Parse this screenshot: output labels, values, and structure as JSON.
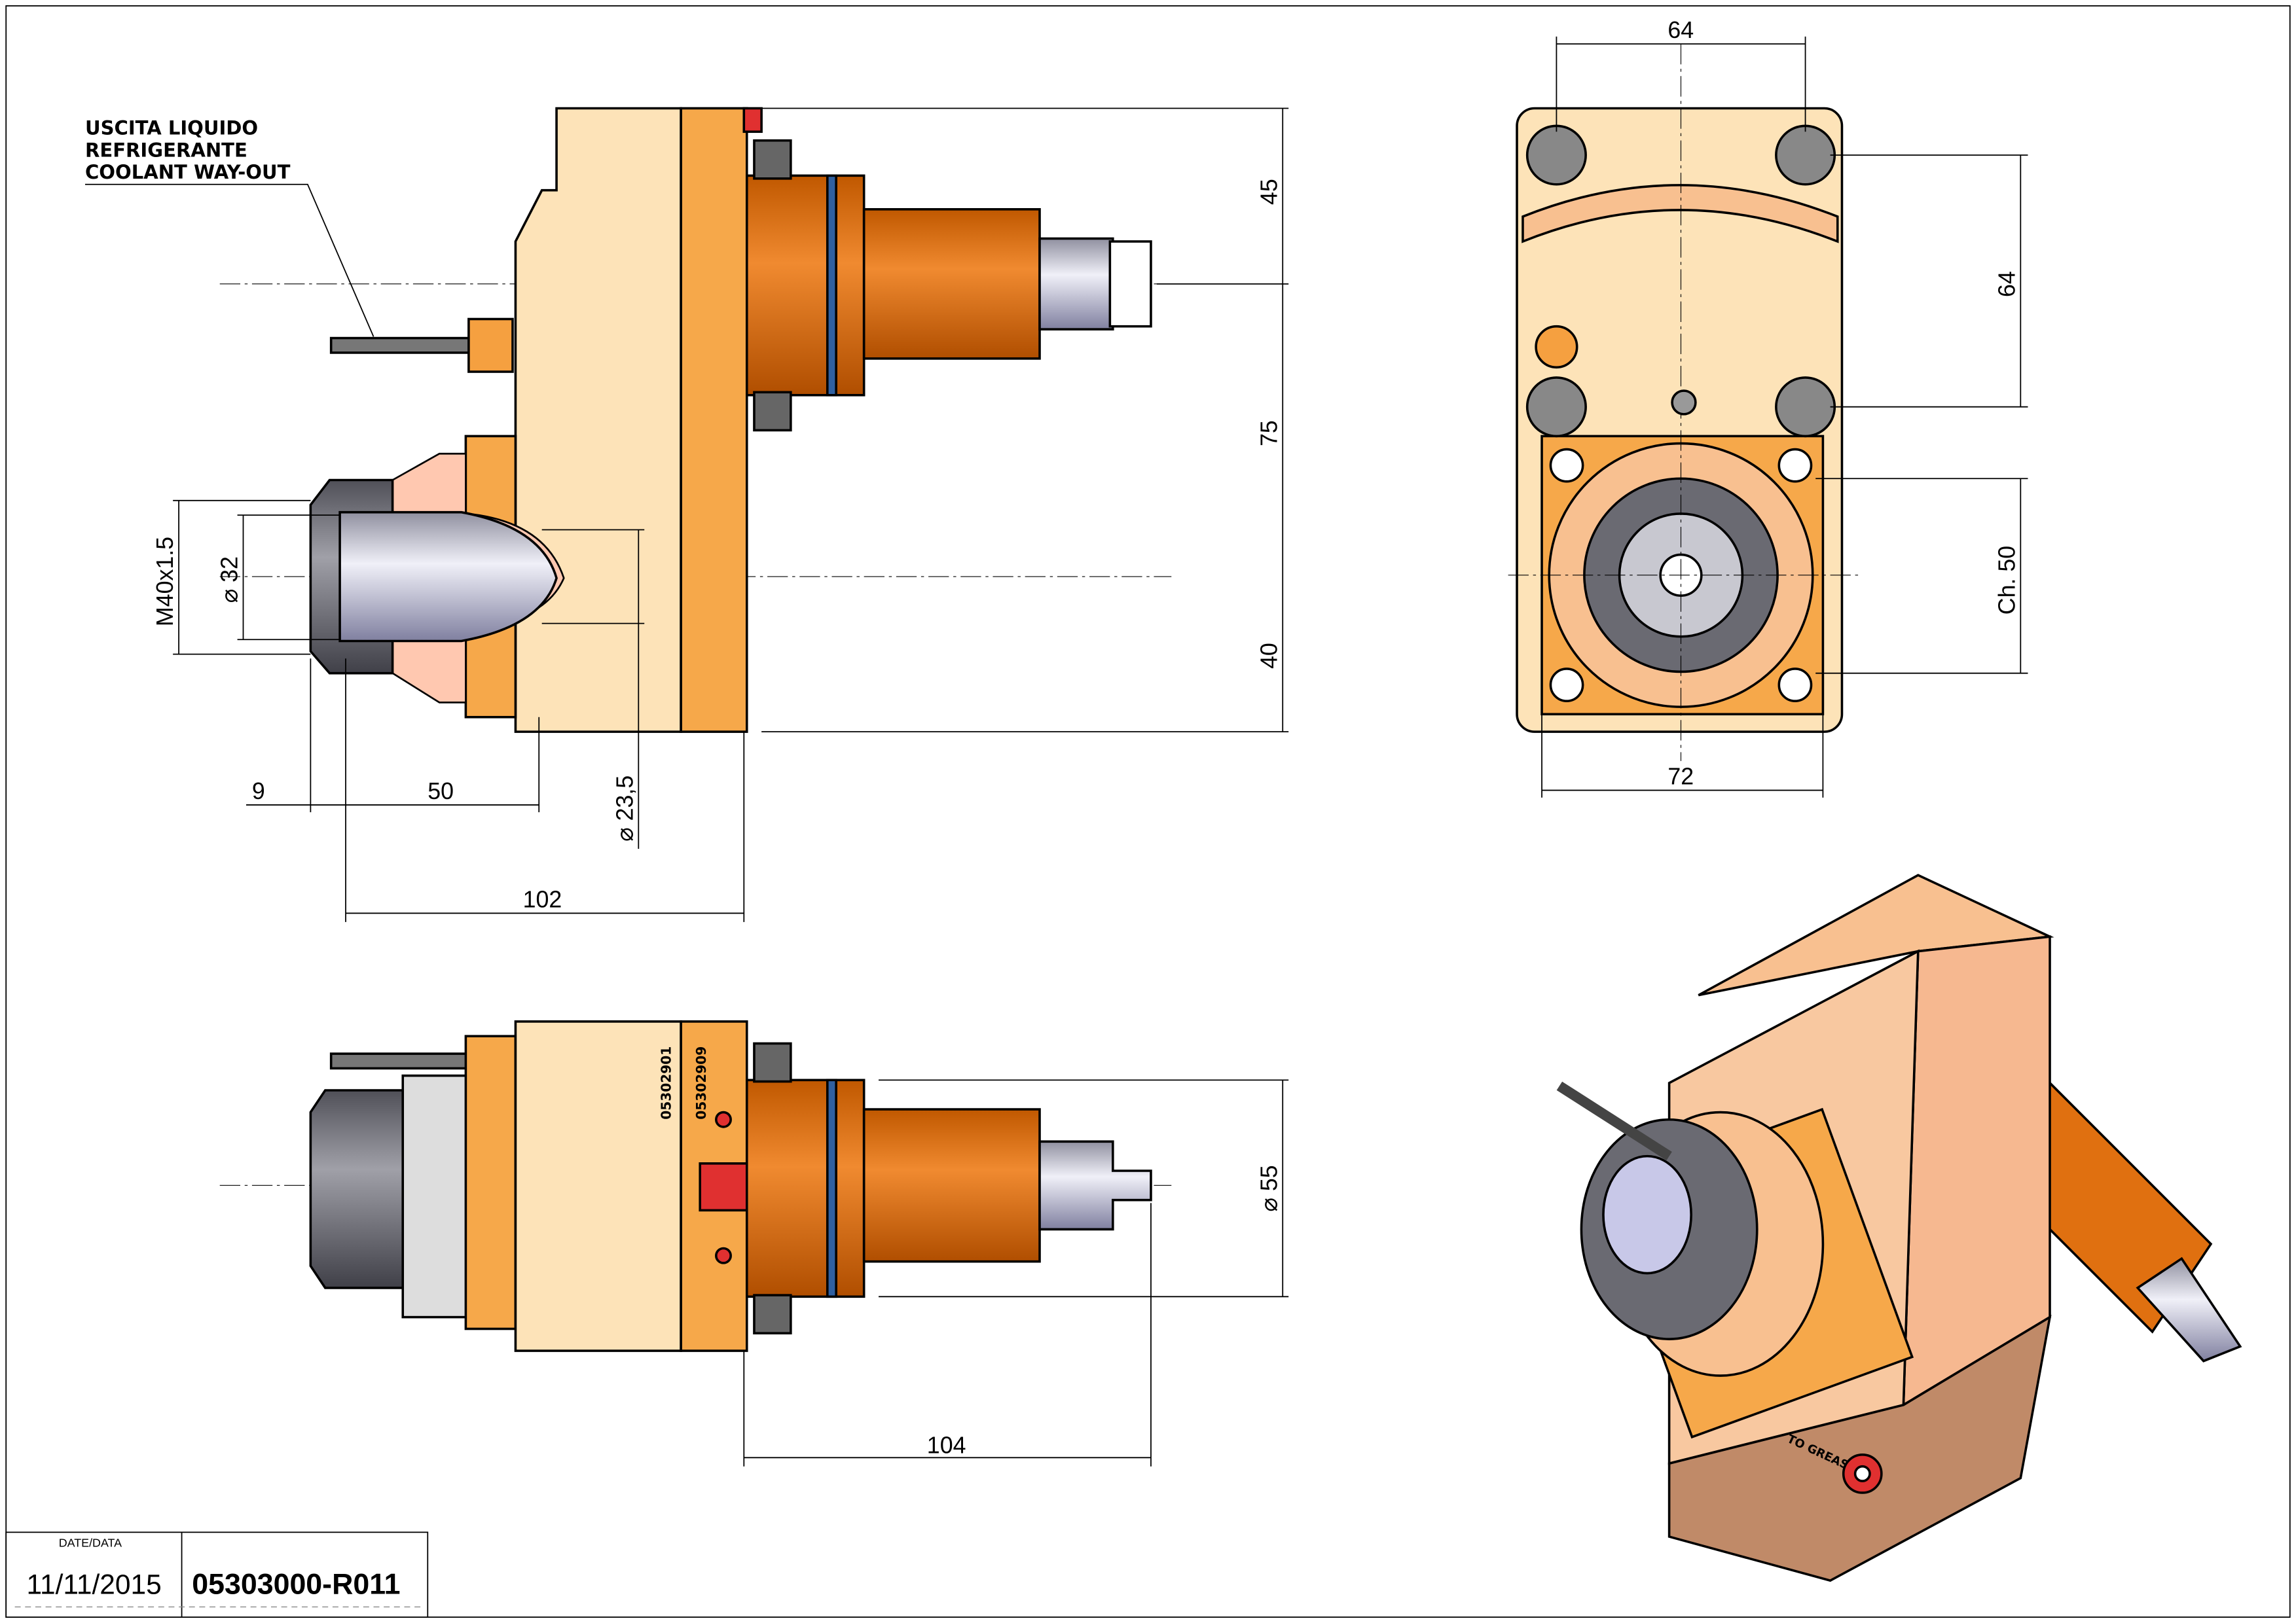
{
  "note": {
    "lines": [
      "USCITA LIQUIDO",
      "REFRIGERANTE",
      "COOLANT WAY-OUT"
    ]
  },
  "side_view": {
    "dims": {
      "d45": "45",
      "d75": "75",
      "d40": "40",
      "thread": "M40x1.5",
      "dia32": "32",
      "dia23": "23,5",
      "d9": "9",
      "d50": "50",
      "d102": "102"
    }
  },
  "front_view": {
    "dims": {
      "top64": "64",
      "right64": "64",
      "ch50": "Ch. 50",
      "bottom72": "72"
    }
  },
  "top_view": {
    "dims": {
      "dia55": "55",
      "d104": "104"
    },
    "part_numbers": [
      "05302901",
      "05302909"
    ]
  },
  "iso_view": {
    "grease_label": "TO GREASE"
  },
  "title_block": {
    "date_label": "DATE/DATA",
    "date": "11/11/2015",
    "drawing_number": "05303000-R011"
  },
  "colors": {
    "light_body": "#fde3b8",
    "orange": "#f6a84a",
    "dark_orange": "#e07010",
    "grey": "#7a7a80",
    "red": "#e03030"
  }
}
